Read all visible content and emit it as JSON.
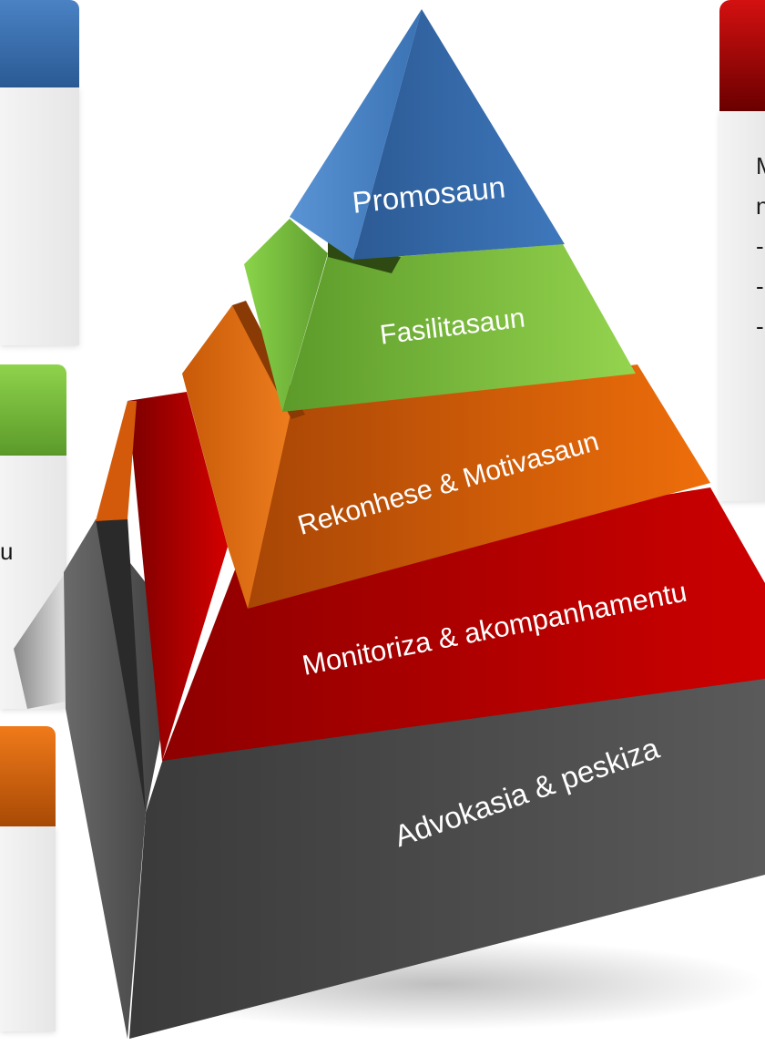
{
  "pyramid": {
    "levels": [
      {
        "label": "Promosaun",
        "color": "#3a6fb0"
      },
      {
        "label": "Fasilitasaun",
        "color": "#7dc242"
      },
      {
        "label": "Rekonhese & Motivasaun",
        "color": "#e46c0a"
      },
      {
        "label": "Monitoriza & akompanhamentu",
        "color": "#c00000"
      },
      {
        "label": "Advokasia & peskiza",
        "color": "#4a4a4a"
      }
    ]
  },
  "right_panel": {
    "header_color": "#c00000",
    "text_lines": [
      "M",
      "n",
      "-",
      "-",
      "-"
    ]
  },
  "left_panels": {
    "blue_header_color": "#3a6fb0",
    "green_header_color": "#7dc242",
    "orange_header_color": "#e46c0a",
    "text_fragment": "u"
  }
}
